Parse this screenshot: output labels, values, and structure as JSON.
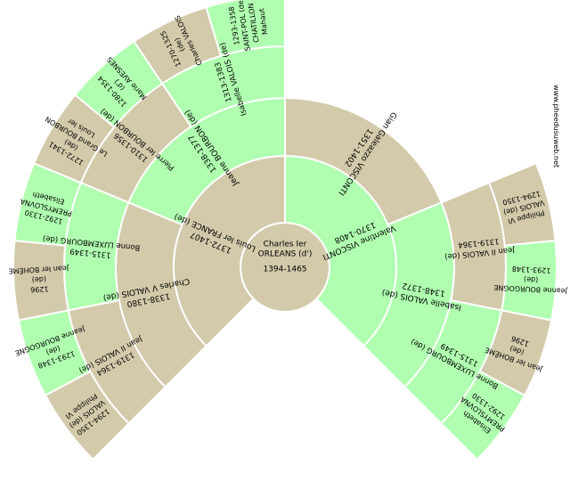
{
  "watermark": "www.pheedusuweb.net",
  "colors": {
    "green": "#b0ffb0",
    "tan": "#d2caaa",
    "border": "#ffffff"
  },
  "center": {
    "name": "Charles Ier ORLEANS (d')",
    "name_lines": [
      "Charles Ier",
      "ORLEANS (d')"
    ],
    "dates": "1394-1465"
  },
  "ring1": [
    {
      "id": "louis-france",
      "lines": [
        "Louis Ier FRANCE (de)"
      ],
      "dates": "1372-1407",
      "color": "tan"
    },
    {
      "id": "valentine-visconti",
      "lines": [
        "Valentine VISCONTI"
      ],
      "dates": "1370-1408",
      "color": "green"
    }
  ],
  "ring2": [
    {
      "id": "charles-v-valois",
      "lines": [
        "Charles V VALOIS (de)"
      ],
      "dates": "1338-1380",
      "color": "tan"
    },
    {
      "id": "jeanne-bourbon",
      "lines": [
        "Jeanne BOURBON (de)"
      ],
      "dates": "1338-1377",
      "color": "green"
    },
    {
      "id": "gian-galeazzo-visconti",
      "lines": [
        "Gian Galeazzo VISCONTI"
      ],
      "dates": "1351-1402",
      "color": "tan"
    },
    {
      "id": "isabelle-valois-1348",
      "lines": [
        "Isabelle VALOIS (de)"
      ],
      "dates": "1348-1372",
      "color": "green"
    }
  ],
  "ring3": [
    {
      "id": "jean-ii-valois-a",
      "lines": [
        "Jean II VALOIS (de)"
      ],
      "dates": "1319-1364",
      "color": "tan"
    },
    {
      "id": "bonne-luxembourg-a",
      "lines": [
        "Bonne LUXEMBOURG (de)"
      ],
      "dates": "1315-1349",
      "color": "green"
    },
    {
      "id": "pierre-bourbon",
      "lines": [
        "Pierre Ier BOURBON (de)"
      ],
      "dates": "1310-1356",
      "color": "tan"
    },
    {
      "id": "isabelle-valois-1313",
      "lines": [
        "Isabelle VALOIS (de)"
      ],
      "dates": "1313-1383",
      "color": "green"
    },
    {
      "id": "empty-1",
      "lines": [],
      "dates": "",
      "color": "none"
    },
    {
      "id": "empty-2",
      "lines": [],
      "dates": "",
      "color": "none"
    },
    {
      "id": "jean-ii-valois-b",
      "lines": [
        "Jean II VALOIS (de)"
      ],
      "dates": "1319-1364",
      "color": "tan"
    },
    {
      "id": "bonne-luxembourg-b",
      "lines": [
        "Bonne LUXEMBOURG (de)"
      ],
      "dates": "1315-1349",
      "color": "green"
    }
  ],
  "ring4": [
    {
      "id": "philippe-vi-a",
      "lines": [
        "Philippe VI",
        "VALOIS (de)"
      ],
      "dates": "1294-1350",
      "color": "tan"
    },
    {
      "id": "jeanne-bourgogne-a",
      "lines": [
        "Jeanne BOURGOGNE",
        "(de)"
      ],
      "dates": "1293-1348",
      "color": "green"
    },
    {
      "id": "jean-boheme-a",
      "lines": [
        "Jean Ier BOHÊME",
        "(de)"
      ],
      "dates": "1296",
      "color": "tan"
    },
    {
      "id": "elisabeth-a",
      "lines": [
        "Elisabeth",
        "PREMYSLOVNA"
      ],
      "dates": "1292-1330",
      "color": "green"
    },
    {
      "id": "louis-bourbon",
      "lines": [
        "Louis Ier",
        "Le Grand BOURBON",
        "(de)"
      ],
      "dates": "1272-1341",
      "color": "tan"
    },
    {
      "id": "marie-avesnes",
      "lines": [
        "Marie AVESNES",
        "(d')"
      ],
      "dates": "1280-1354",
      "color": "green"
    },
    {
      "id": "charles-valois",
      "lines": [
        "Charles VALOIS",
        "(de)"
      ],
      "dates": "1270-1325",
      "color": "tan"
    },
    {
      "id": "mahaut-chatillon",
      "lines": [
        "Mahaut",
        "CHATILLON",
        "SAINT-POL (de)"
      ],
      "dates": "1293-1358",
      "color": "green"
    },
    {
      "id": "empty-3",
      "lines": [],
      "dates": "",
      "color": "none"
    },
    {
      "id": "empty-4",
      "lines": [],
      "dates": "",
      "color": "none"
    },
    {
      "id": "empty-5",
      "lines": [],
      "dates": "",
      "color": "none"
    },
    {
      "id": "empty-6",
      "lines": [],
      "dates": "",
      "color": "none"
    },
    {
      "id": "philippe-vi-b",
      "lines": [
        "Philippe VI",
        "VALOIS (de)"
      ],
      "dates": "1294-1350",
      "color": "tan"
    },
    {
      "id": "jeanne-bourgogne-b",
      "lines": [
        "Jeanne BOURGOGNE",
        "(de)"
      ],
      "dates": "1293-1348",
      "color": "green"
    },
    {
      "id": "jean-boheme-b",
      "lines": [
        "Jean Ier BOHÊME",
        "(de)"
      ],
      "dates": "1296",
      "color": "tan"
    },
    {
      "id": "elisabeth-b",
      "lines": [
        "Elisabeth",
        "PREMYSLOVNA"
      ],
      "dates": "1292-1330",
      "color": "green"
    }
  ]
}
